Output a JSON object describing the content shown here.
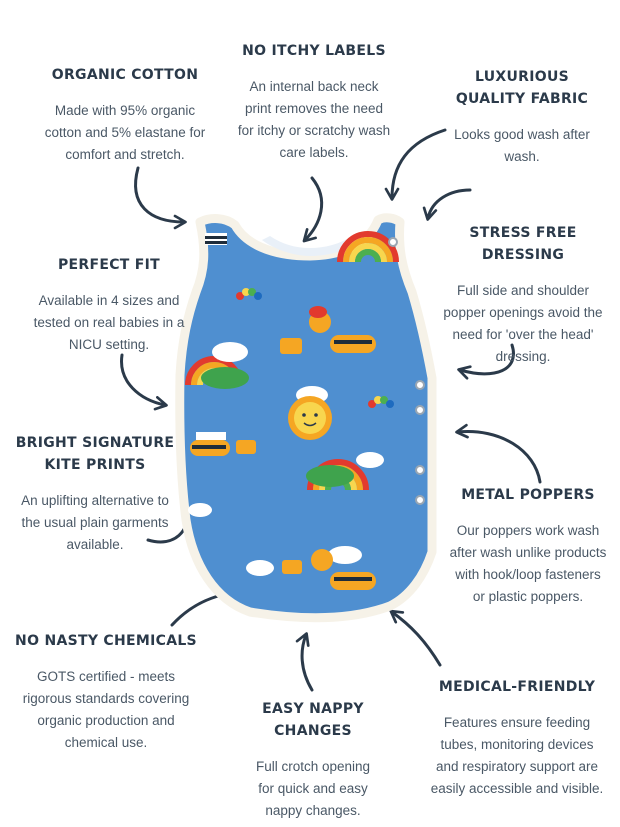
{
  "features": {
    "organic_cotton": {
      "title": "ORGANIC COTTON",
      "text": "Made with 95% organic\ncotton and 5% elastane for\ncomfort and stretch."
    },
    "no_itchy_labels": {
      "title": "NO ITCHY LABELS",
      "text": "An internal back neck\nprint removes the need\nfor itchy or scratchy wash\ncare labels."
    },
    "luxurious_fabric": {
      "title": "LUXURIOUS\nQUALITY FABRIC",
      "text": "Looks good wash after\nwash."
    },
    "stress_free": {
      "title": "STRESS FREE DRESSING",
      "text": "Full side and shoulder\npopper openings avoid the\nneed for 'over the head'\ndressing."
    },
    "perfect_fit": {
      "title": "PERFECT FIT",
      "text": "Available in 4 sizes and\ntested on real babies in a\nNICU setting."
    },
    "kite_prints": {
      "title": "BRIGHT SIGNATURE\nKITE PRINTS",
      "text": "An uplifting alternative to\nthe usual plain garments\navailable."
    },
    "metal_poppers": {
      "title": "METAL POPPERS",
      "text": "Our poppers work wash\nafter wash unlike products\nwith hook/loop fasteners\nor plastic poppers."
    },
    "no_chemicals": {
      "title": "NO NASTY CHEMICALS",
      "text": "GOTS certified - meets\nrigorous standards covering\norganic production and\nchemical use."
    },
    "nappy_changes": {
      "title": "EASY NAPPY CHANGES",
      "text": "Full crotch opening\nfor quick and easy\nnappy changes."
    },
    "medical_friendly": {
      "title": "MEDICAL-FRIENDLY",
      "text": "Features ensure feeding\ntubes, monitoring devices\nand respiratory support are\neasily accessible and visible."
    }
  },
  "colors": {
    "arrow": "#2b3a4a",
    "fabric": "#4f8fd0",
    "trim": "#f6f2e8"
  }
}
